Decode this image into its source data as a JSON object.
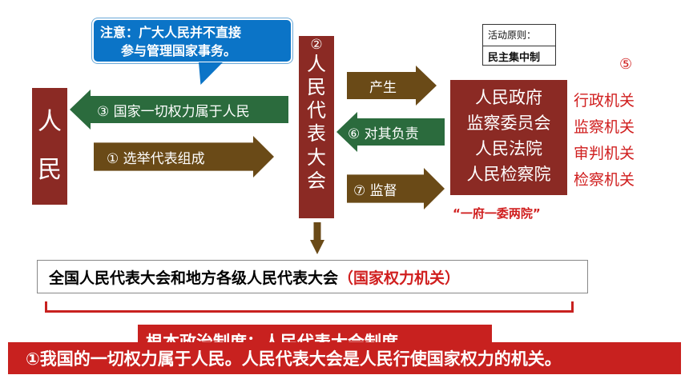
{
  "callout": {
    "line1": "注意：广大人民并不直接",
    "line2": "参与管理国家事务。"
  },
  "people": {
    "c1": "人",
    "c2": "民"
  },
  "npc": {
    "number": "②",
    "c1": "人",
    "c2": "民",
    "c3": "代",
    "c4": "表",
    "c5": "大",
    "c6": "会"
  },
  "arrows": {
    "power_to_people": "③ 国家一切权力属于人民",
    "election": "① 选举代表组成",
    "produce": "产生",
    "responsible": "⑥ 对其负责",
    "supervise": "⑦ 监督"
  },
  "principle": {
    "label": "活动原则：",
    "value": "民主集中制"
  },
  "organs": {
    "number": "⑤",
    "items": [
      "人民政府",
      "监察委员会",
      "人民法院",
      "人民检察院"
    ],
    "types": [
      "行政机关",
      "监察机关",
      "审判机关",
      "检察机关"
    ],
    "summary": "“一府一委两院”"
  },
  "npc_full": {
    "text": "全国人民代表大会和地方各级人民代表大会",
    "note": "（国家权力机关）"
  },
  "hidden_banner": "根本政治制度：人民代表大会制度",
  "bottom_banner": "①我国的一切权力属于人民。人民代表大会是人民行使国家权力的机关。",
  "colors": {
    "brown_red": "#8b2a24",
    "green": "#2b6b3d",
    "brown": "#6a4a17",
    "red": "#c8211f",
    "blue": "#0b74c7"
  }
}
